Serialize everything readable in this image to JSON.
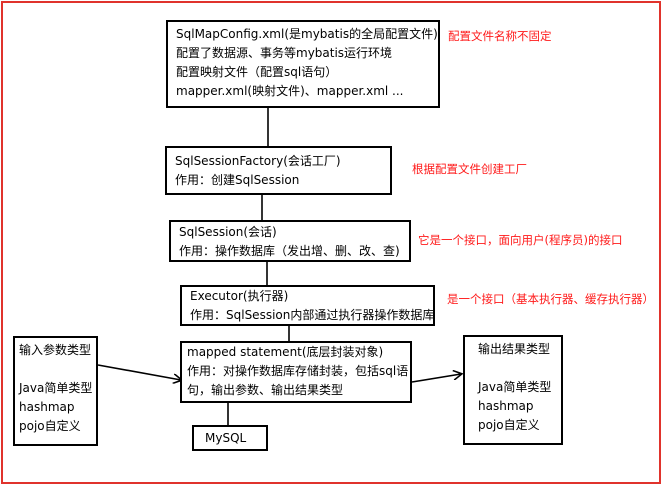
{
  "config_box": {
    "lines": [
      "SqlMapConfig.xml(是mybatis的全局配置文件)",
      "配置了数据源、事务等mybatis运行环境",
      "配置映射文件（配置sql语句）",
      "mapper.xml(映射文件)、mapper.xml ..."
    ]
  },
  "factory_box": {
    "lines": [
      "SqlSessionFactory(会话工厂)",
      "作用：创建SqlSession"
    ]
  },
  "session_box": {
    "lines": [
      "SqlSession(会话)",
      "作用：操作数据库（发出增、删、改、查)"
    ]
  },
  "executor_box": {
    "lines": [
      "Executor(执行器)",
      "作用：SqlSession内部通过执行器操作数据库"
    ]
  },
  "mapped_box": {
    "lines": [
      "mapped statement(底层封装对象)",
      "作用：对操作数据库存储封装，包括sql语",
      "句，输出参数、输出结果类型"
    ]
  },
  "mysql_box": {
    "label": "MySQL"
  },
  "input_box": {
    "lines": [
      "输入参数类型",
      "",
      "Java简单类型",
      "hashmap",
      "pojo自定义"
    ]
  },
  "output_box": {
    "lines": [
      "输出结果类型",
      "",
      "Java简单类型",
      "hashmap",
      "pojo自定义"
    ]
  },
  "notes": {
    "config": "配置文件名称不固定",
    "factory": "根据配置文件创建工厂",
    "session": "它是一个接口，面向用户(程序员)的接口",
    "executor": "是一个接口（基本执行器、缓存执行器）"
  },
  "colors": {
    "frame": "#e0332c",
    "note": "#ff1a1a",
    "box_border": "#000000"
  }
}
